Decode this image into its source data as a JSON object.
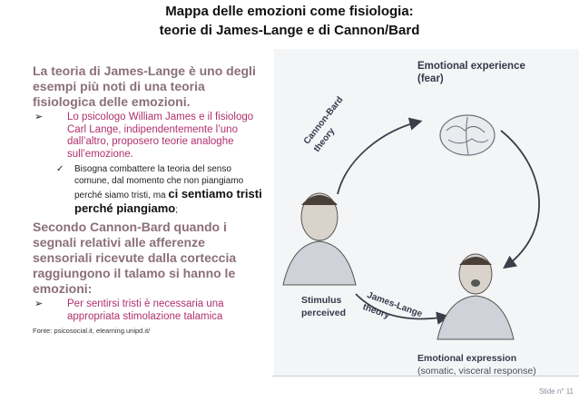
{
  "title": {
    "line1": "Mappa delle emozioni come fisiologia:",
    "line2": "teorie di James-Lange e di Cannon/Bard"
  },
  "left": {
    "heading1": "La teoria di James-Lange è uno degli esempi più noti di una teoria fisiologica delle emozioni.",
    "bullet1": "Lo psicologo William James e il fisiologo Carl Lange, indipendentemente l’uno dall’altro, proposero teorie analoghe sull’emozione.",
    "sub1_text": "Bisogna combattere la teoria del senso comune, dal momento che non piangiamo perché siamo tristi, ma ",
    "sub1_bold": "ci sentiamo tristi perché piangiamo",
    "sub1_end": ";",
    "heading2": "Secondo Cannon-Bard quando i segnali relativi alle afferenze sensoriali ricevute dalla corteccia raggiungono il talamo si hanno le emozioni:",
    "bullet2": "Per sentirsi tristi è necessaria una appropriata stimolazione talamica",
    "source": "Fonte: psicosocial.it, elearning.unipd.it/"
  },
  "diagram": {
    "emotional_experience": "Emotional experience (fear)",
    "cannon_bard": "Cannon-Bard theory",
    "james_lange": "James-Lange theory",
    "stimulus": "Stimulus perceived",
    "expression_line1": "Emotional expression",
    "expression_line2": "(somatic, visceral response)"
  },
  "slide_number": "Slide n° 11"
}
